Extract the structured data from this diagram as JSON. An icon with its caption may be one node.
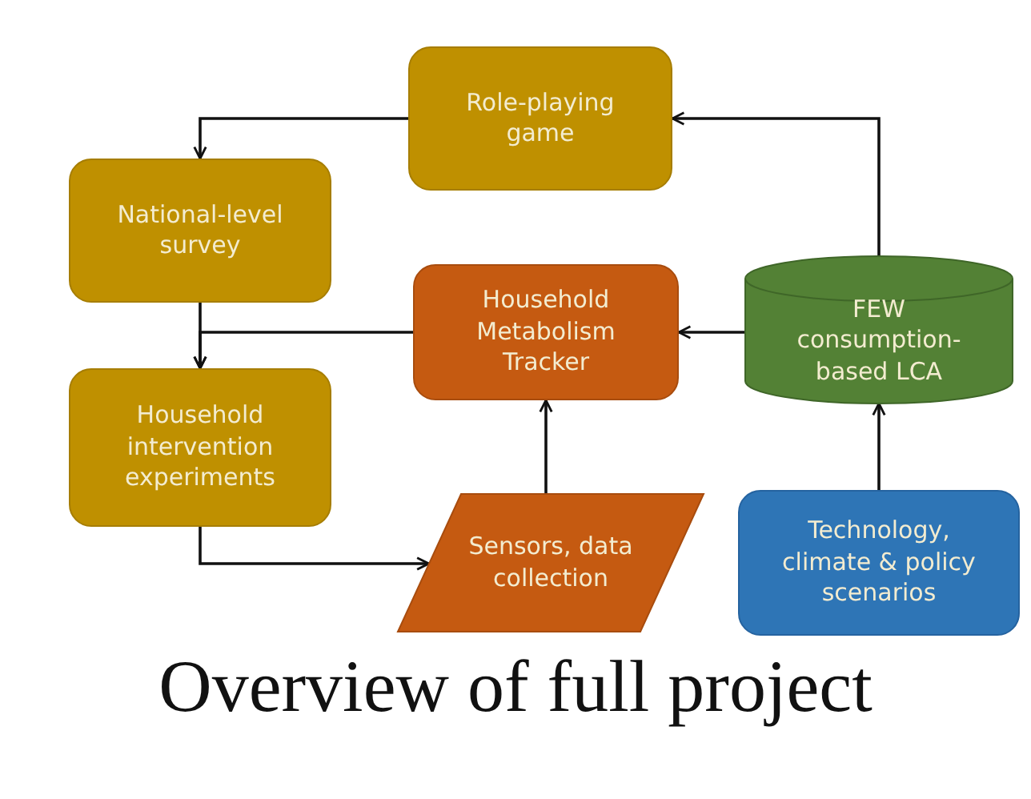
{
  "diagram": {
    "caption": "Overview of full project",
    "nodes": [
      {
        "text": [
          "Role-playing game"
        ]
      },
      {
        "text": [
          "National-level survey"
        ]
      },
      {
        "text": [
          "Household Metabolism Tracker"
        ]
      },
      {
        "text": [
          "FEW consumption-based LCA"
        ]
      },
      {
        "text": [
          "Household intervention experiments"
        ]
      },
      {
        "text": [
          "Sensors, data collection"
        ]
      },
      {
        "text": [
          "Technology, climate & policy scenarios"
        ]
      }
    ],
    "edges": [
      {
        "from": 0,
        "to": 1,
        "arrow": "to"
      },
      {
        "from": 3,
        "to": 0,
        "arrow": "to"
      },
      {
        "from": 1,
        "to": 4,
        "arrow": "to"
      },
      {
        "from": 2,
        "to": 4,
        "arrow": "to"
      },
      {
        "from": 3,
        "to": 2,
        "arrow": "to"
      },
      {
        "from": 4,
        "to": 5,
        "arrow": "to"
      },
      {
        "from": 5,
        "to": 2,
        "arrow": "to"
      },
      {
        "from": 6,
        "to": 3,
        "arrow": "to"
      }
    ]
  }
}
